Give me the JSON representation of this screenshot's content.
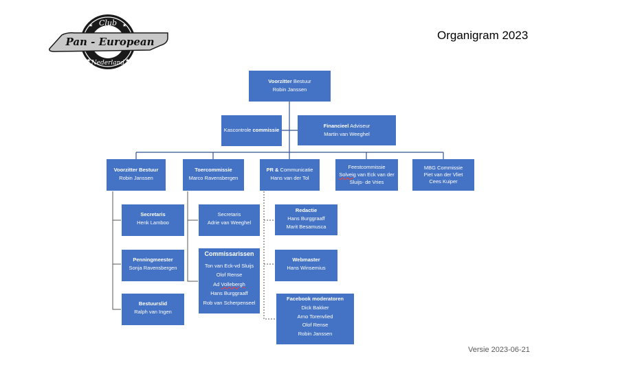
{
  "title": "Organigram 2023",
  "version": "Versie 2023-06-21",
  "logo": {
    "top_text": "Club",
    "main_text": "Pan - European",
    "bottom_text": "Nederland"
  },
  "top": {
    "role": "Voorzitter",
    "role_rest": " Bestuur",
    "name": "Robin Janssen"
  },
  "kascontrole": {
    "text": "Kascontrole ",
    "bold": "commissie"
  },
  "financieel": {
    "role": "Financieel",
    "role_rest": " Adviseur",
    "name": "Martin van Weeghel"
  },
  "level2": [
    {
      "title": "Voorzitter Bestuur",
      "name": "Robin Janssen"
    },
    {
      "title": "Toercommissie",
      "name": "Marco Ravensbergen"
    },
    {
      "title_bold": "PR &",
      "title_rest": " Communicatie",
      "name": "Hans van der Tol"
    },
    {
      "title": "Feestcommissie",
      "name_squig": "Solveig",
      "name": " van Eck van der",
      "name2": "Sluijs- de Vries"
    },
    {
      "title": "MBG Commissie",
      "name": "Piet van der Vliet",
      "name2": "Cees Kuiper"
    }
  ],
  "col1": [
    {
      "title": "Secretaris",
      "name": "Henk Lamboo"
    },
    {
      "title": "Penningmeester",
      "name": "Sonja Ravensbergen"
    },
    {
      "title": "Bestuurslid",
      "name": "Ralph van Ingen"
    }
  ],
  "col2_secretaris": {
    "title": "Secretaris",
    "name": "Adrie van Weeghel"
  },
  "commissarissen": {
    "title": "Commissarissen",
    "members": [
      "Ton van Eck-vd Sluijs",
      "Olof Rense",
      "Ad ",
      "Hans Burggraaff",
      "Rob van Scherpenseel"
    ],
    "member3_squig": "Vollebergh"
  },
  "redactie": {
    "title": "Redactie",
    "names": [
      "Hans Burggraaff",
      "Marit Besamusca"
    ]
  },
  "webmaster": {
    "title": "Webmaster",
    "name": "Hans Winsemius"
  },
  "facebook": {
    "title": "Facebook moderatoren",
    "names": [
      "Dick Bakker",
      "Arno Torenvlied",
      "Olof Rense",
      "Robin Janssen"
    ]
  }
}
